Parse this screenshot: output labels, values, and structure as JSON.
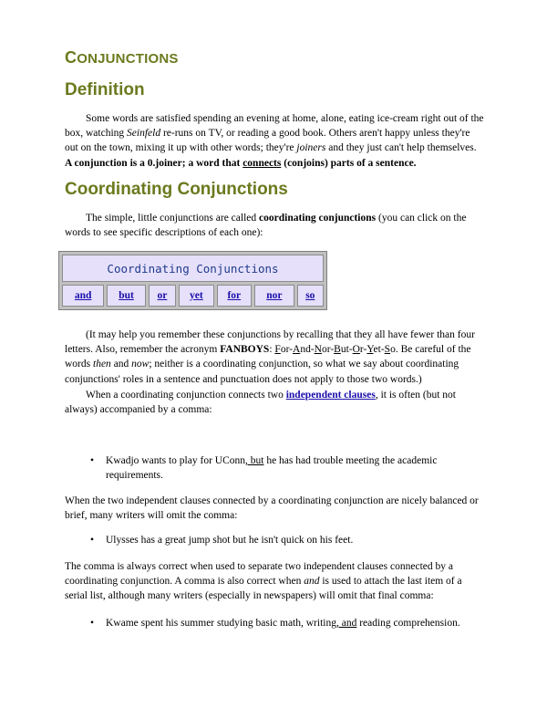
{
  "title_first": "C",
  "title_rest": "ONJUNCTIONS",
  "definition_heading": "Definition",
  "def_para": {
    "t1": "Some words are satisfied spending an evening at home, alone, eating ice-cream right out of the box, watching ",
    "t1_em": "Seinfeld",
    "t2": " re-runs on TV, or reading a good book. Others aren't happy unless they're out on the town, mixing it up with other words; they're ",
    "t2_em": "joiners",
    "t3": " and they just can't help themselves. ",
    "b1": "A conjunction is a 0.joiner; a word that ",
    "b_u": "connects",
    "b2": " (conjoins) parts of a sentence."
  },
  "coord_heading": "Coordinating Conjunctions",
  "intro_para": {
    "t1": "The simple, little conjunctions are called ",
    "b": "coordinating conjunctions",
    "t2": " (you can click on the words to see specific descriptions of each one):"
  },
  "table": {
    "header": "Coordinating Conjunctions",
    "links": [
      "and",
      "but",
      "or",
      "yet",
      "for",
      "nor",
      "so"
    ]
  },
  "fanboys_para": {
    "t1": "(It may help you remember these conjunctions by recalling that they all have fewer than four letters. Also, remember the acronym ",
    "acronym": "FANBOYS",
    "t2": ": ",
    "f": "F",
    "or": "or-",
    "a": "A",
    "nd": "nd-",
    "n": "N",
    "or2": "or-",
    "b": "B",
    "ut": "ut-",
    "o": "O",
    "r": "r-",
    "y": "Y",
    "et": "et-",
    "s": "S",
    "o2": "o. Be careful of the words ",
    "then": "then",
    "and_t": " and ",
    "now": "now",
    "t3": "; neither is a coordinating conjunction, so what we say about coordinating conjunctions' roles in a sentence and punctuation does not apply to those two words.)"
  },
  "when_para": {
    "t1": "When a coordinating conjunction connects two ",
    "link": "independent clauses",
    "t2": ", it is often (but not always) accompanied by a comma:"
  },
  "bullet1": {
    "t1": "Kwadjo wants to play for UConn",
    "u": ", but",
    "t2": " he has had trouble meeting the academic requirements."
  },
  "balanced_para": "When the two independent clauses connected by a coordinating conjunction are nicely balanced or brief, many writers will omit the comma:",
  "bullet2": "Ulysses has a great jump shot but he isn't quick on his feet.",
  "comma_para": {
    "t1": "The comma is always correct when used to separate two independent clauses connected by a coordinating conjunction. A comma is also correct when ",
    "em": "and",
    "t2": " is used to attach the last item of a serial list, although many writers (especially in newspapers) will omit that final comma:"
  },
  "bullet3": {
    "t1": "Kwame spent his summer studying basic math, writing",
    "u": ", and",
    "t2": " reading comprehension."
  },
  "colors": {
    "heading": "#6b7a1e",
    "link": "#1a0dab",
    "table_bg": "#e6e0fb"
  }
}
